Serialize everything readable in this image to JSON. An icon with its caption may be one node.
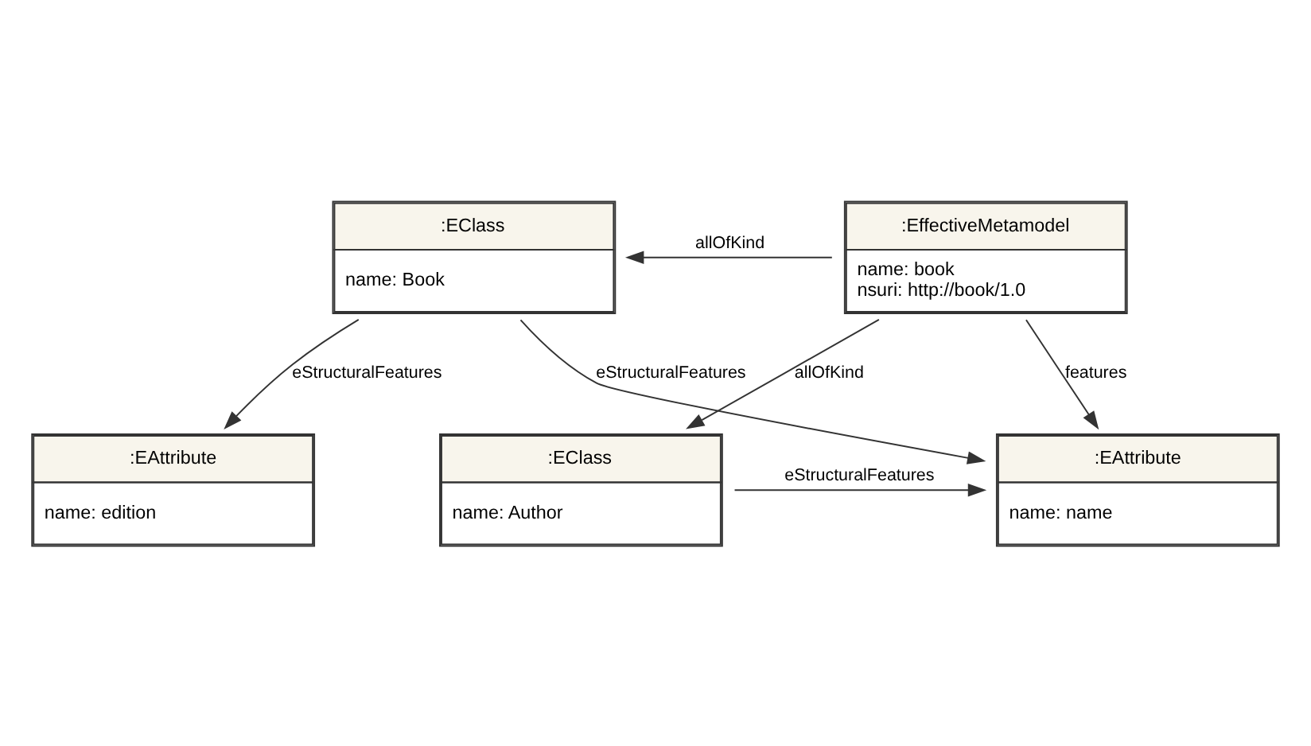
{
  "diagram": {
    "nodes": [
      {
        "text": [
          ":EClass",
          "name: Book"
        ]
      },
      {
        "text": [
          ":EffectiveMetamodel",
          "name: book",
          "nsuri: http://book/1.0"
        ]
      },
      {
        "text": [
          ":EAttribute",
          "name: name"
        ]
      },
      {
        "text": [
          ":EClass",
          "name: Author"
        ]
      },
      {
        "text": [
          ":EAttribute",
          "name: edition"
        ]
      }
    ],
    "edges": [
      {
        "from": 1,
        "to": 0,
        "arrow": "to",
        "label": "allOfKind"
      },
      {
        "from": 0,
        "to": 2,
        "arrow": "to",
        "label": "eStructuralFeatures"
      },
      {
        "from": 1,
        "to": 2,
        "arrow": "to",
        "label": "features"
      },
      {
        "from": 1,
        "to": 3,
        "arrow": "to",
        "label": "allOfKind"
      },
      {
        "from": 3,
        "to": 2,
        "arrow": "to",
        "label": "eStructuralFeatures"
      },
      {
        "from": 0,
        "to": 4,
        "arrow": "to",
        "label": "eStructuralFeatures"
      }
    ]
  }
}
